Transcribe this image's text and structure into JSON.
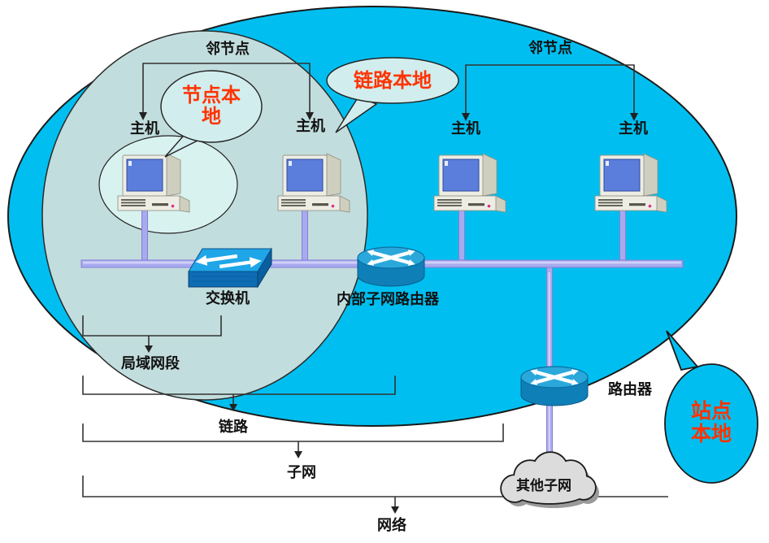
{
  "callouts": {
    "node_local": {
      "line1": "节点本",
      "line2": "地"
    },
    "link_local": {
      "text": "链路本地"
    },
    "site_local": {
      "line1": "站点",
      "line2": "本地"
    }
  },
  "annotations": {
    "neighbor_left": "邻节点",
    "neighbor_right": "邻节点",
    "lan_segment": "局域网段",
    "link": "链路",
    "subnet": "子网",
    "network": "网络"
  },
  "nodes": {
    "hosts": [
      {
        "label": "主机"
      },
      {
        "label": "主机"
      },
      {
        "label": "主机"
      },
      {
        "label": "主机"
      }
    ],
    "switch": {
      "label": "交换机"
    },
    "internal_router": {
      "label": "内部子网路由器"
    },
    "router": {
      "label": "路由器"
    },
    "other_subnet": {
      "label": "其他子网"
    }
  },
  "colors": {
    "scope-cyan": "#00bff0",
    "scope-sage": "#c2dddd",
    "scope-pale": "#d8f2f0",
    "callout-pale": "#d2eded",
    "callout-text": "#ff3300",
    "label-text": "#111111",
    "outline": "#1a1a1a",
    "cable": "#a9a9ee",
    "cable-edge": "#8181d6",
    "cable-highlight": "#cfcff8",
    "switch-top": "#1ea6e8",
    "switch-front": "#0d6cb4",
    "switch-side": "#0a5f9e",
    "router-top": "#2aa8dc",
    "router-side": "#0f7fb8",
    "pc-body": "#edede4",
    "pc-side": "#cfcfc0",
    "pc-screen": "#5b7edc",
    "cloud-fill": "#dcdcdc",
    "cloud-shadow": "#9a9a9a"
  }
}
